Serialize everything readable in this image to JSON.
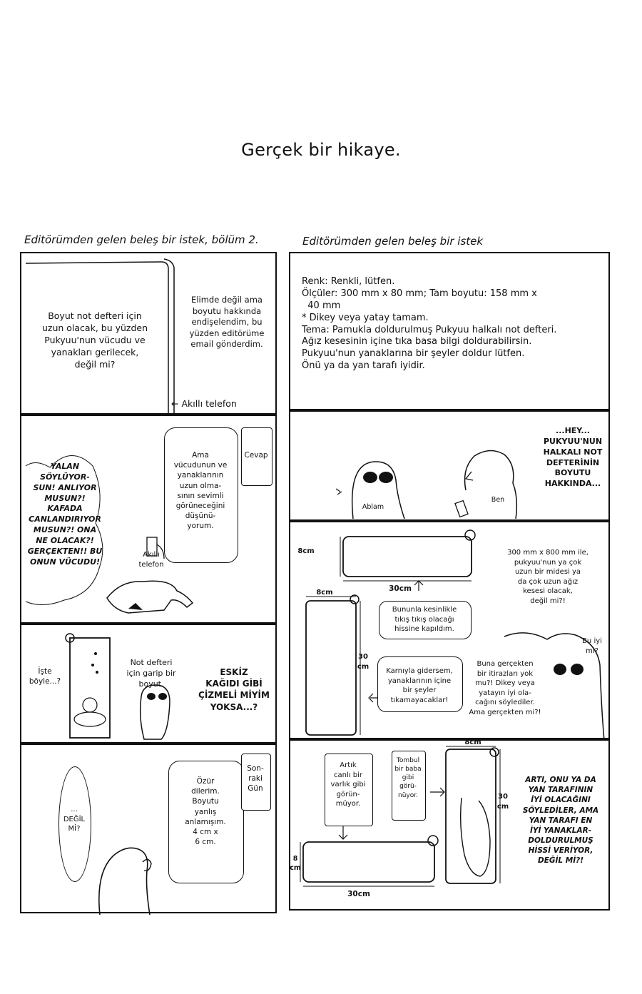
{
  "page": {
    "title": "Gerçek bir hikaye."
  },
  "left_column": {
    "caption": "Editörümden gelen beleş bir istek, bölüm 2.",
    "panel1": {
      "question": "Boyut not defteri için\nuzun olacak, bu yüzden\nPukyuu'nun vücudu ve\nyanakları gerilecek,\ndeğil mi?",
      "worry": "Elimde değil ama\nboyutu hakkında\nendişelendim, bu\nyüzden editörüme\nemail gönderdim.",
      "phone_label": "← Akıllı telefon"
    },
    "panel2": {
      "shout": "YALAN SÖYLÜYOR-\nSUN! ANLIYOR\nMUSUN?! KAFADA\nCANLANDIRIYOR\nMUSUN?! ONA\nNE OLACAK?!\nGERÇEKTEN!! BU\nONUN VÜCUDU!",
      "reply_label": "Cevap",
      "reply_text": "Ama\nvücudunun ve\nyanaklarının\nuzun olma-\nsının sevimli\ngörüneceğini\ndüşünü-\nyorum.",
      "phone_label": "Akıllı\ntelefon"
    },
    "panel3": {
      "iste": "İşte\nböyle...?",
      "odd": "Not defteri\niçin garip bir\nboyut.",
      "sketch": "ESKİZ\nKAĞIDI GİBİ\nÇİZMELİ MİYİM\nYOKSA...?"
    },
    "panel4": {
      "degil": "...\nDEĞİL\nMİ?",
      "next_day": "Son-\nraki\nGün",
      "sorry": "Özür\ndilerim.\nBoyutu\nyanlış\nanlamışım.\n4 cm x\n6 cm."
    }
  },
  "right_column": {
    "caption": "Editörümden gelen beleş bir istek",
    "panel1": {
      "lines": [
        "Renk: Renkli, lütfen.",
        "Ölçüler: 300 mm x 80 mm; Tam boyutu: 158 mm x",
        "  40 mm",
        "* Dikey veya yatay tamam.",
        "Tema: Pamukla doldurulmuş Pukyuu halkalı not defteri.",
        "Ağız kesesinin içine tıka basa bilgi doldurabilirsin.",
        "Pukyuu'nun yanaklarına bir şeyler doldur lütfen.",
        "Önü ya da yan tarafı iyidir."
      ]
    },
    "panel2": {
      "hey": "...HEY...\nPUKYUU'NUN\nHALKALI NOT\nDEFTERİNİN\nBOYUTU\nHAKKINDA...",
      "ablam": "Ablam",
      "ben": "Ben"
    },
    "panel3": {
      "dim_8cm_a": "8cm",
      "dim_30cm_a": "30cm",
      "dim_8cm_b": "8cm",
      "dim_30cm_b": "30\ncm",
      "remark": "300 mm x 800 mm ile,\npukyuu'nun ya çok\nuzun bir midesi ya\nda çok uzun ağız\nkesesi olacak,\ndeğil mi?!",
      "tight": "Bununla kesinlikle\ntıkış tıkış olacağı\nhissine kapıldım.",
      "widen": "Karnıyla gidersem,\nyanaklarının içine\nbir şeyler\ntıkamayacaklar!",
      "objection": "Buna gerçekten\nbir itirazları yok\nmu?! Dikey veya\nyatayın iyi ola-\ncağını söylediler.\nAma gerçekten mi?!",
      "good": "Bu iyi\nmi?"
    },
    "panel4": {
      "alive": "Artık\ncanlı bir\nvarlık gibi\ngörün-\nmüyor.",
      "chubby": "Tombul\nbir baba\ngibi\ngörü-\nnüyor.",
      "dim_8cm_top": "8cm",
      "dim_30cm_side": "30\ncm",
      "dim_8cm_left": "8\ncm",
      "dim_30cm_bottom": "30cm",
      "conclusion": "ARTI, ONU YA DA\nYAN TARAFININ\nİYİ OLACAĞINI\nSÖYLEDİLER, AMA\nYAN TARAFI EN\nİYİ YANAKLAR-\nDOLDURULMUŞ\nHİSSİ VERİYOR,\nDEĞİL Mİ?!"
    }
  }
}
